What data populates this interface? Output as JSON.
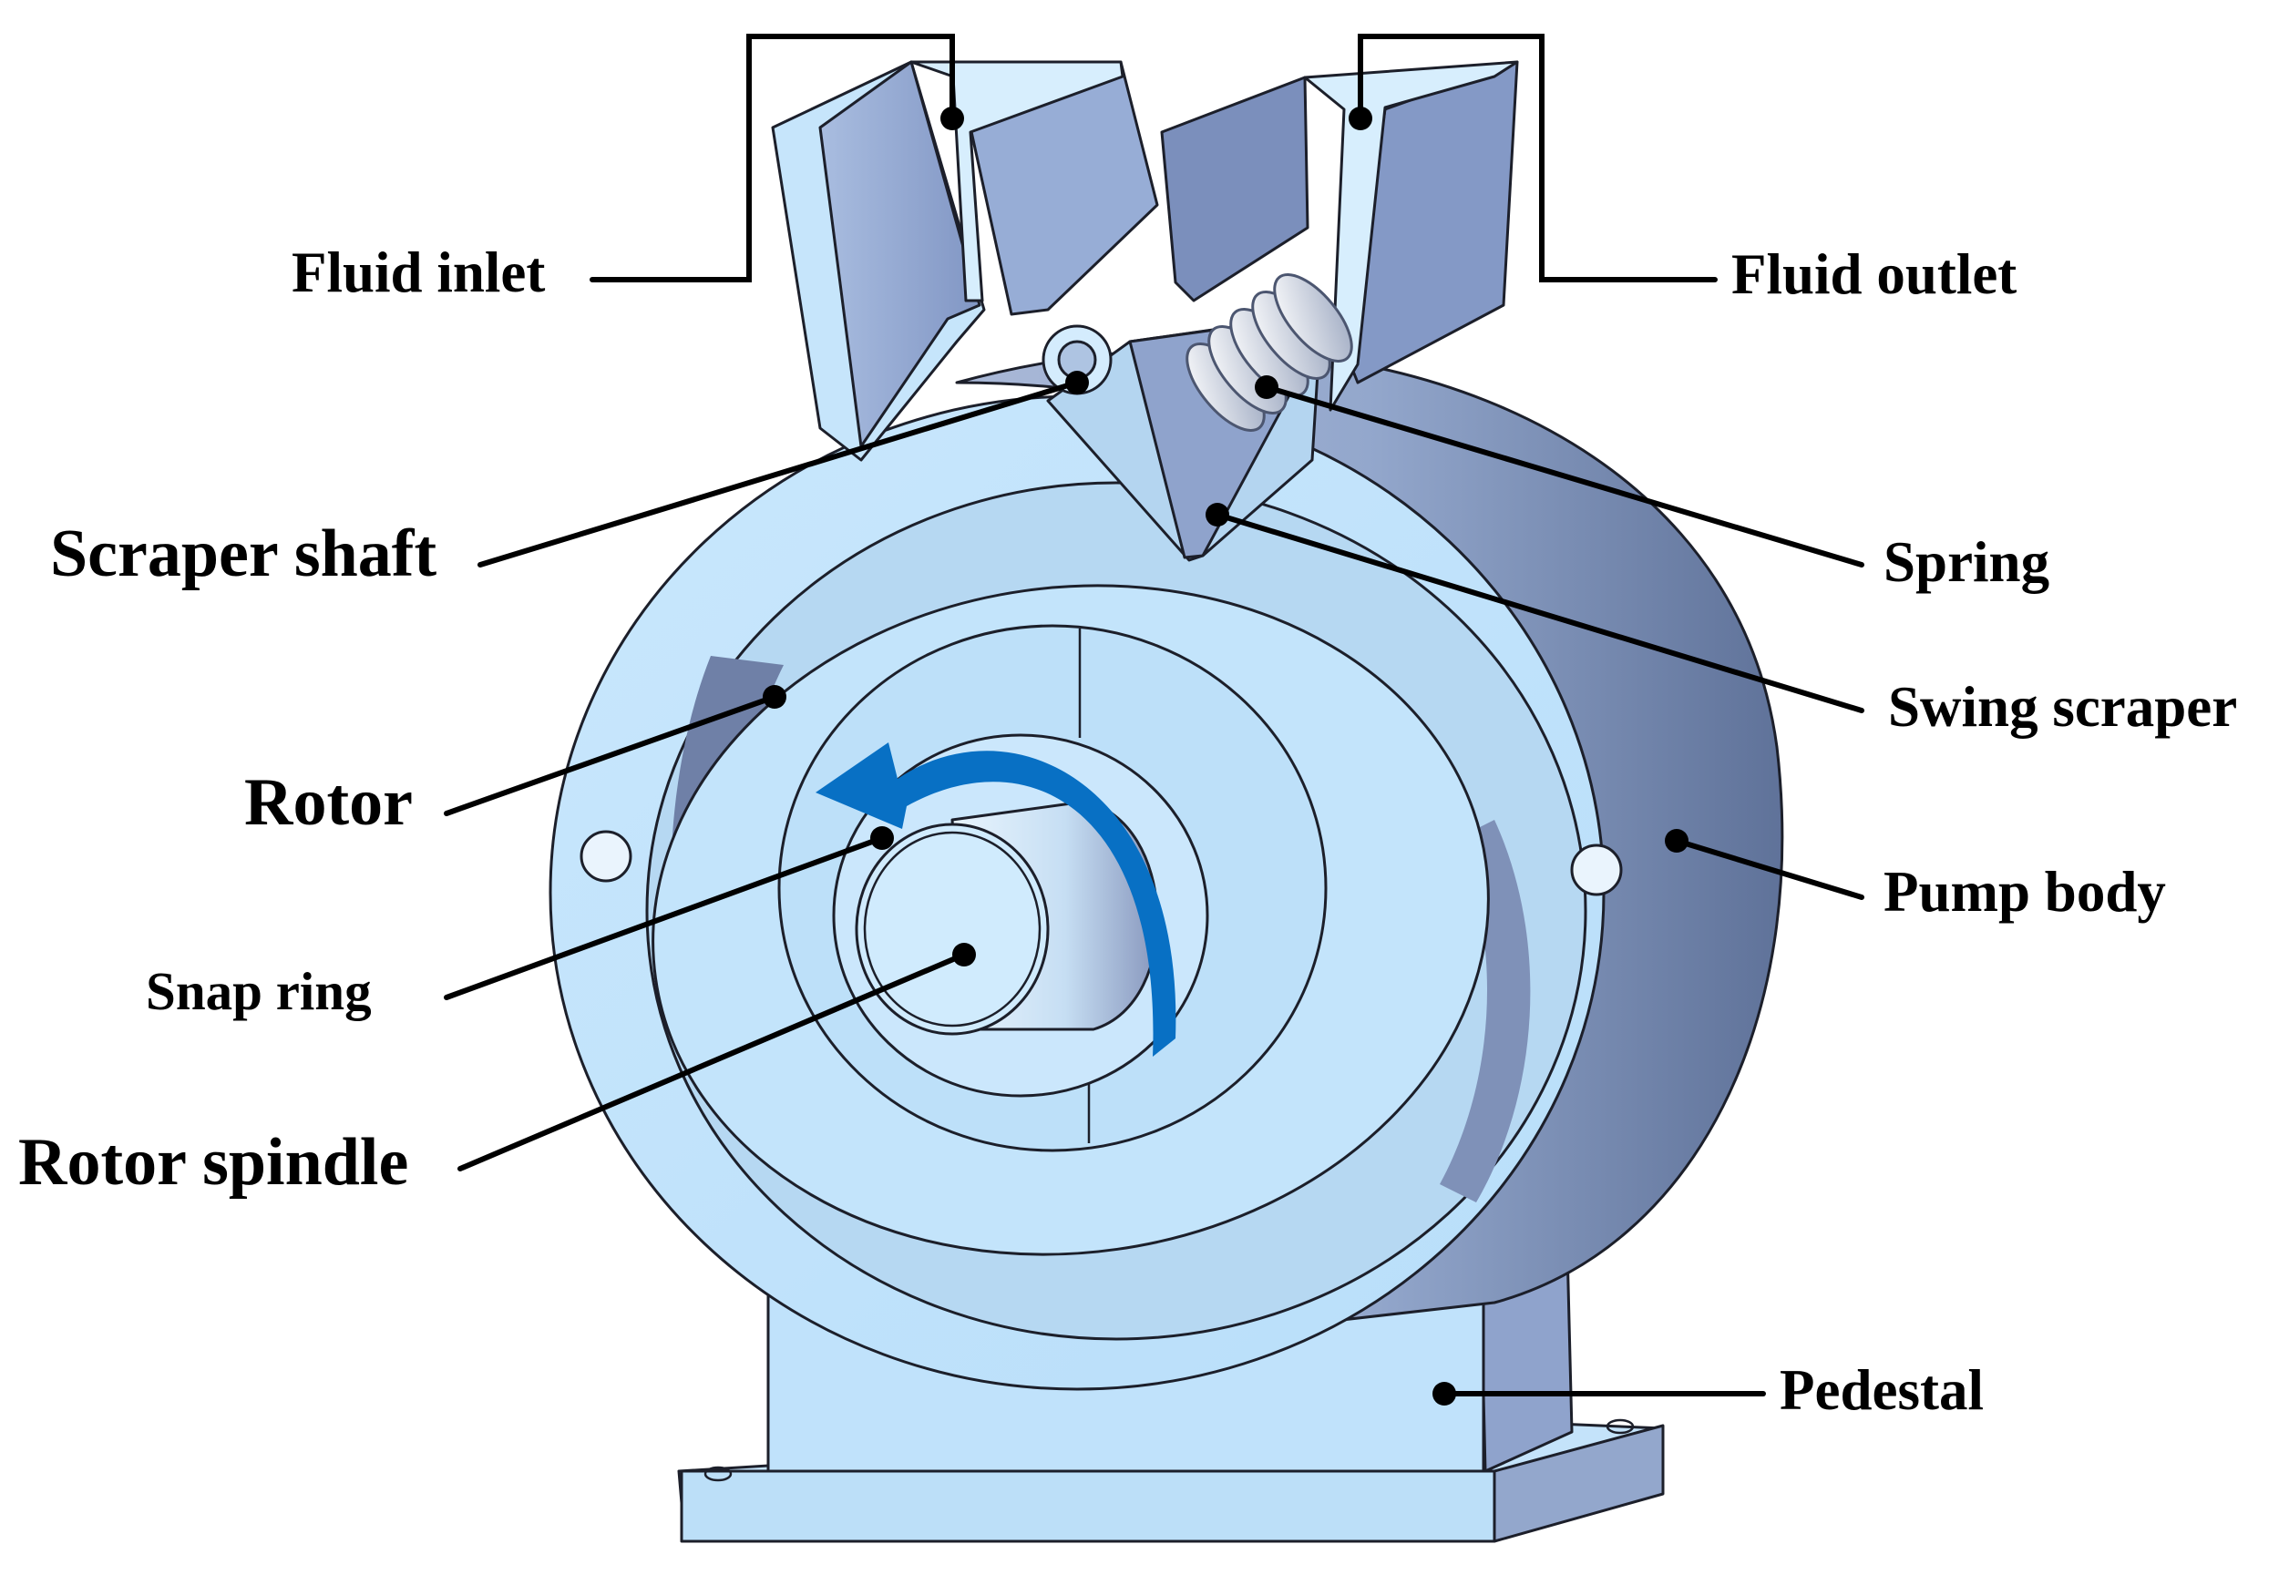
{
  "labels": {
    "fluid_inlet": "Fluid inlet",
    "fluid_outlet": "Fluid outlet",
    "scraper_shaft": "Scraper shaft",
    "spring": "Spring",
    "swing_scraper": "Swing scraper",
    "rotor": "Rotor",
    "pump_body": "Pump body",
    "snap_ring": "Snap ring",
    "rotor_spindle": "Rotor spindle",
    "pedestal": "Pedestal"
  },
  "colors": {
    "face": "#bfe2fb",
    "face_light": "#cdeafd",
    "side": "#8fa3c9",
    "side_dark": "#6b7fa8",
    "arrow": "#0870c4",
    "ink": "#000000"
  },
  "icons": {
    "rotation_arrow": "counterclockwise-rotation-arrow-icon",
    "leader_marker": "dot-icon"
  }
}
